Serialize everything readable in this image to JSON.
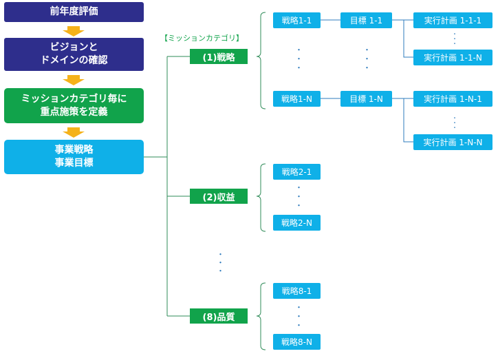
{
  "process": {
    "step1": "前年度評価",
    "step2": "ビジョンと\nドメインの確認",
    "step3": "ミッションカテゴリ毎に\n重点施策を定義",
    "step4": "事業戦略\n事業目標"
  },
  "mission_heading": "【ミッションカテゴリ】",
  "categories": {
    "strategy": "(1)戦略",
    "revenue": "(2)収益",
    "quality": "(8)品質"
  },
  "strategy_nodes": {
    "s1": "戦略1-1",
    "sN": "戦略1-N",
    "g1": "目標 1-1",
    "gN": "目標 1-N",
    "p111": "実行計画 1-1-1",
    "p11N": "実行計画 1-1-N",
    "p1N1": "実行計画 1-N-1",
    "p1NN": "実行計画 1-N-N"
  },
  "revenue_nodes": {
    "s1": "戦略2-1",
    "sN": "戦略2-N"
  },
  "quality_nodes": {
    "s1": "戦略8-1",
    "sN": "戦略8-N"
  },
  "ellipsis": "・\n・\n・"
}
